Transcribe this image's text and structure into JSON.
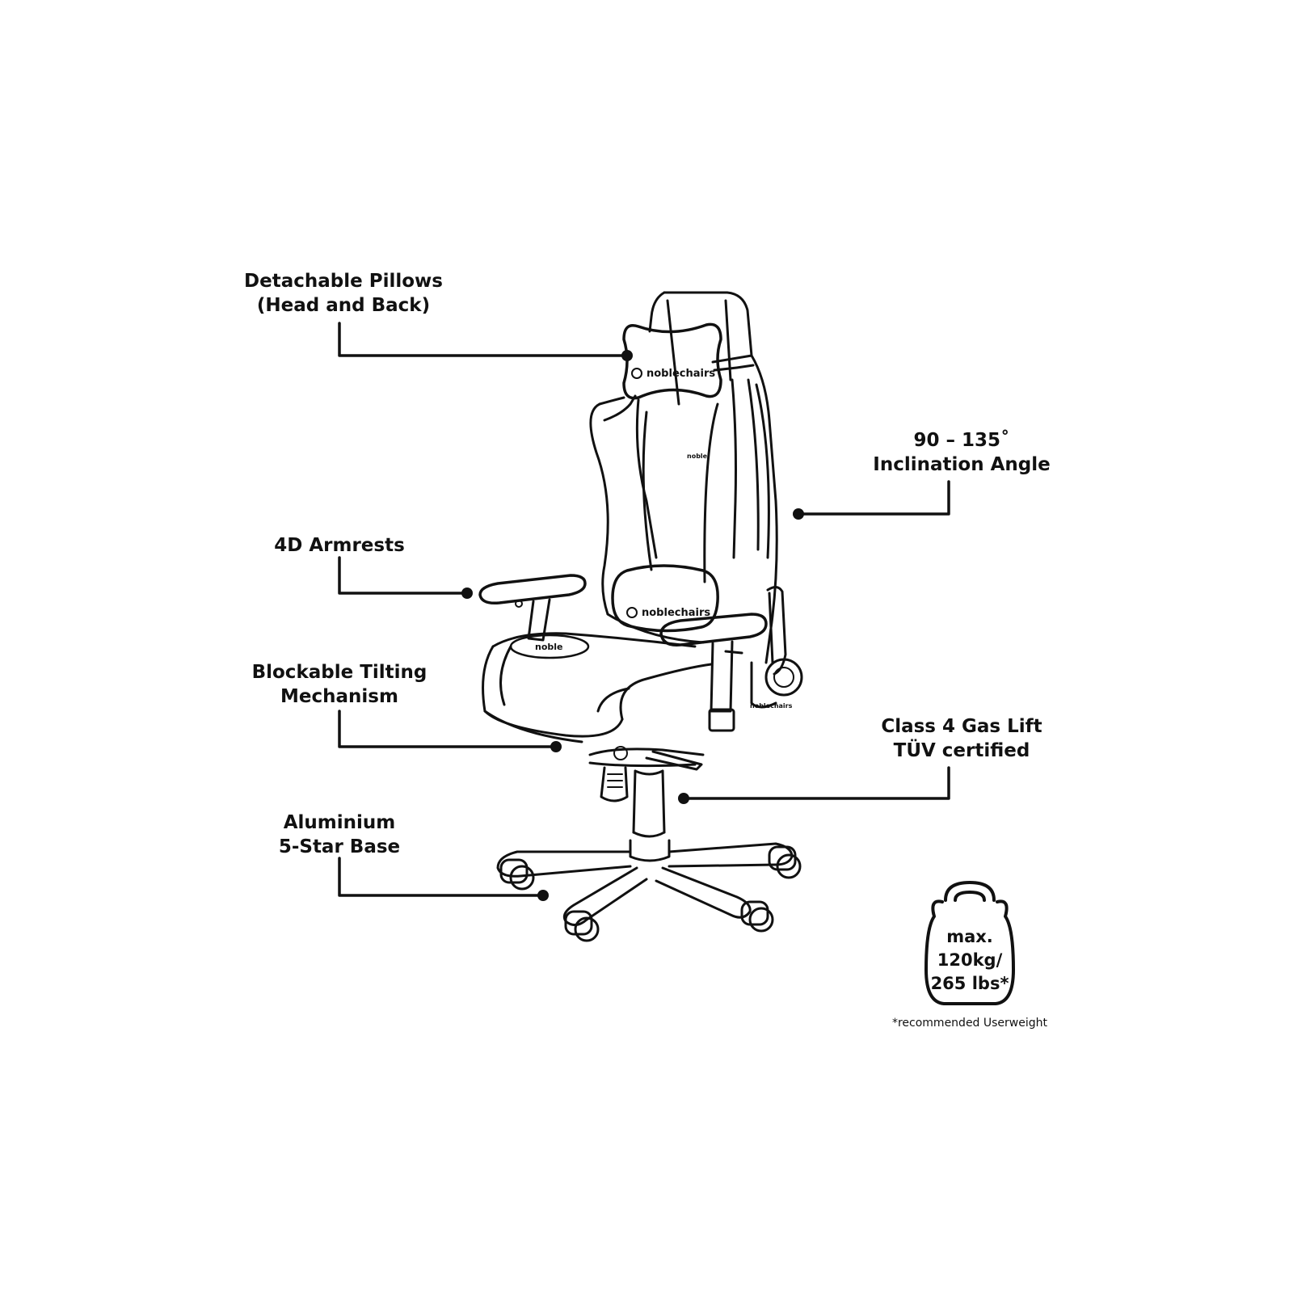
{
  "callouts": {
    "pillows": [
      "Detachable Pillows",
      "(Head and Back)"
    ],
    "armrests": [
      "4D Armrests"
    ],
    "tilt": [
      "Blockable Tilting",
      "Mechanism"
    ],
    "base": [
      "Aluminium",
      "5-Star Base"
    ],
    "incline": [
      "90 – 135˚",
      "Inclination Angle"
    ],
    "gaslift": [
      "Class 4 Gas Lift",
      "TÜV certified"
    ]
  },
  "weight": {
    "lines": [
      "max.",
      "120kg/",
      "265 lbs*"
    ],
    "footnote": "*recommended Userweight"
  },
  "branding": {
    "pillow_logo": "noblechairs",
    "lumbar_logo": "noblechairs",
    "back_badge": "noble",
    "seat_logo": "noble",
    "base_logo": "noblechairs"
  },
  "icons": {
    "weight": "kettlebell-weight-icon"
  },
  "colors": {
    "line": "#111111",
    "background": "#ffffff"
  }
}
